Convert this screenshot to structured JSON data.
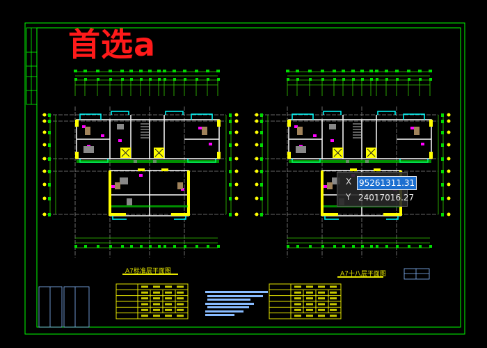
{
  "overlay_title": "首选a",
  "captions": {
    "plan_left": "A7标准层平面图",
    "plan_right": "A7十八层平面图"
  },
  "coordinate_input": {
    "x_label": "X",
    "x_value": "95261311.31",
    "y_label": "Y",
    "y_value": "24017016.27"
  },
  "colors": {
    "frame": "#00ff00",
    "walls": "#ffffff",
    "columns": "#ffff00",
    "windows": "#00ffff",
    "doors": "#ff00ff",
    "dimensions": "#33cc00",
    "axes": "#999999",
    "title_overlay": "#ff1a1a",
    "notes": "#88bbff",
    "selection": "#1c6fd0"
  }
}
